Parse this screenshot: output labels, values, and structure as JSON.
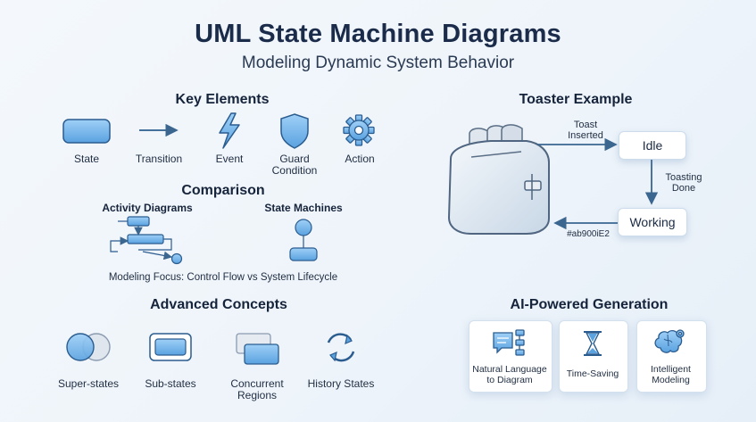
{
  "header": {
    "title": "UML State Machine Diagrams",
    "subtitle": "Modeling Dynamic System Behavior"
  },
  "key_elements": {
    "heading": "Key Elements",
    "items": [
      {
        "label": "State",
        "icon": "state-icon"
      },
      {
        "label": "Transition",
        "icon": "arrow-icon"
      },
      {
        "label": "Event",
        "icon": "lightning-icon"
      },
      {
        "label": "Guard\nCondition",
        "icon": "shield-icon"
      },
      {
        "label": "Action",
        "icon": "gear-icon"
      }
    ]
  },
  "comparison": {
    "heading": "Comparison",
    "left_label": "Activity Diagrams",
    "right_label": "State Machines",
    "caption": "Modeling Focus: Control Flow vs System Lifecycle"
  },
  "toaster": {
    "heading": "Toaster Example",
    "states": [
      "Idle",
      "Working"
    ],
    "transitions": [
      "Toast\nInserted",
      "Toasting\nDone",
      "#ab900iE2"
    ]
  },
  "advanced": {
    "heading": "Advanced Concepts",
    "items": [
      {
        "label": "Super-states",
        "icon": "overlap-circles-icon"
      },
      {
        "label": "Sub-states",
        "icon": "nested-box-icon"
      },
      {
        "label": "Concurrent\nRegions",
        "icon": "stacked-boxes-icon"
      },
      {
        "label": "History States",
        "icon": "cycle-arrows-icon"
      }
    ]
  },
  "ai": {
    "heading": "AI-Powered Generation",
    "cards": [
      {
        "label": "Natural Language\nto Diagram",
        "icon": "chat-diagram-icon"
      },
      {
        "label": "Time-Saving",
        "icon": "hourglass-icon"
      },
      {
        "label": "Intelligent\nModeling",
        "icon": "brain-gear-icon"
      }
    ]
  },
  "colors": {
    "accent": "#2f6fae",
    "icon_fill": "#6fb3ea",
    "icon_stroke": "#2b5c8f",
    "arrow": "#3a6690"
  }
}
